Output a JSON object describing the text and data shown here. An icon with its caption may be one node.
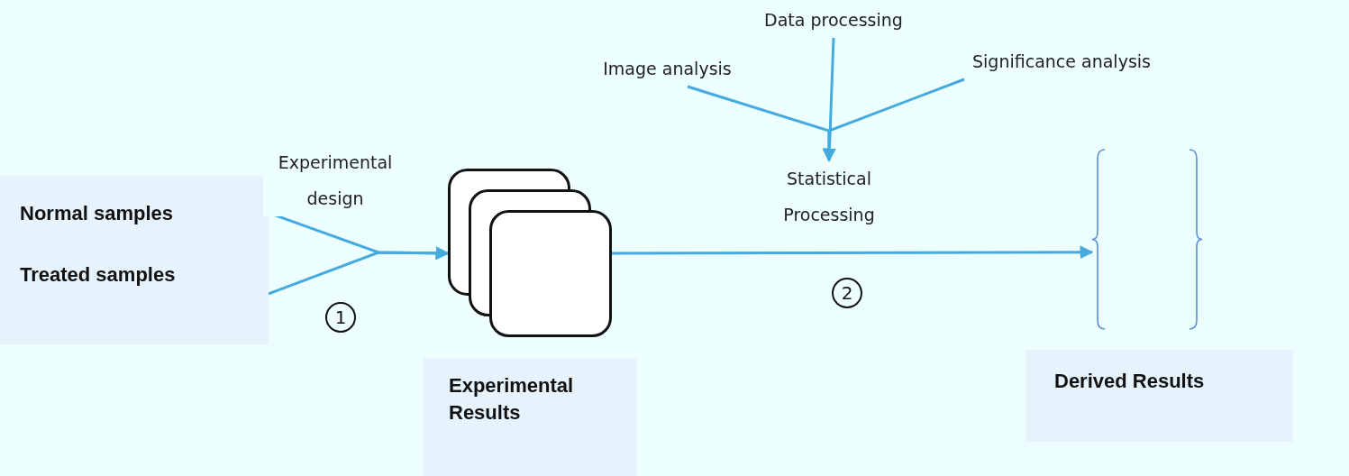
{
  "diagram": {
    "nodes": [
      {
        "text": [
          "Normal samples",
          "Treated samples"
        ]
      },
      {
        "text": [],
        "shape": "box"
      },
      {
        "text": [
          "Experimental Results"
        ]
      },
      {
        "text": [
          "Image analysis"
        ]
      },
      {
        "text": [
          "Data processing"
        ]
      },
      {
        "text": [
          "Significance analysis"
        ]
      },
      {
        "text": [
          "Statistical Processing"
        ]
      },
      {
        "text": [],
        "shape": "bracket"
      },
      {
        "text": [
          "Derived Results"
        ]
      }
    ],
    "edges": [
      {
        "from": 0,
        "to": 1,
        "arrow": "to",
        "label": "Experimental design"
      },
      {
        "from": 0,
        "to": 1,
        "arrow": "to"
      },
      {
        "from": 3,
        "to": 6,
        "arrow": "to"
      },
      {
        "from": 4,
        "to": 6,
        "arrow": "to"
      },
      {
        "from": 5,
        "to": 6,
        "arrow": "to"
      },
      {
        "from": 1,
        "to": 7,
        "arrow": "to"
      }
    ],
    "labels": [
      "1",
      "2"
    ]
  }
}
